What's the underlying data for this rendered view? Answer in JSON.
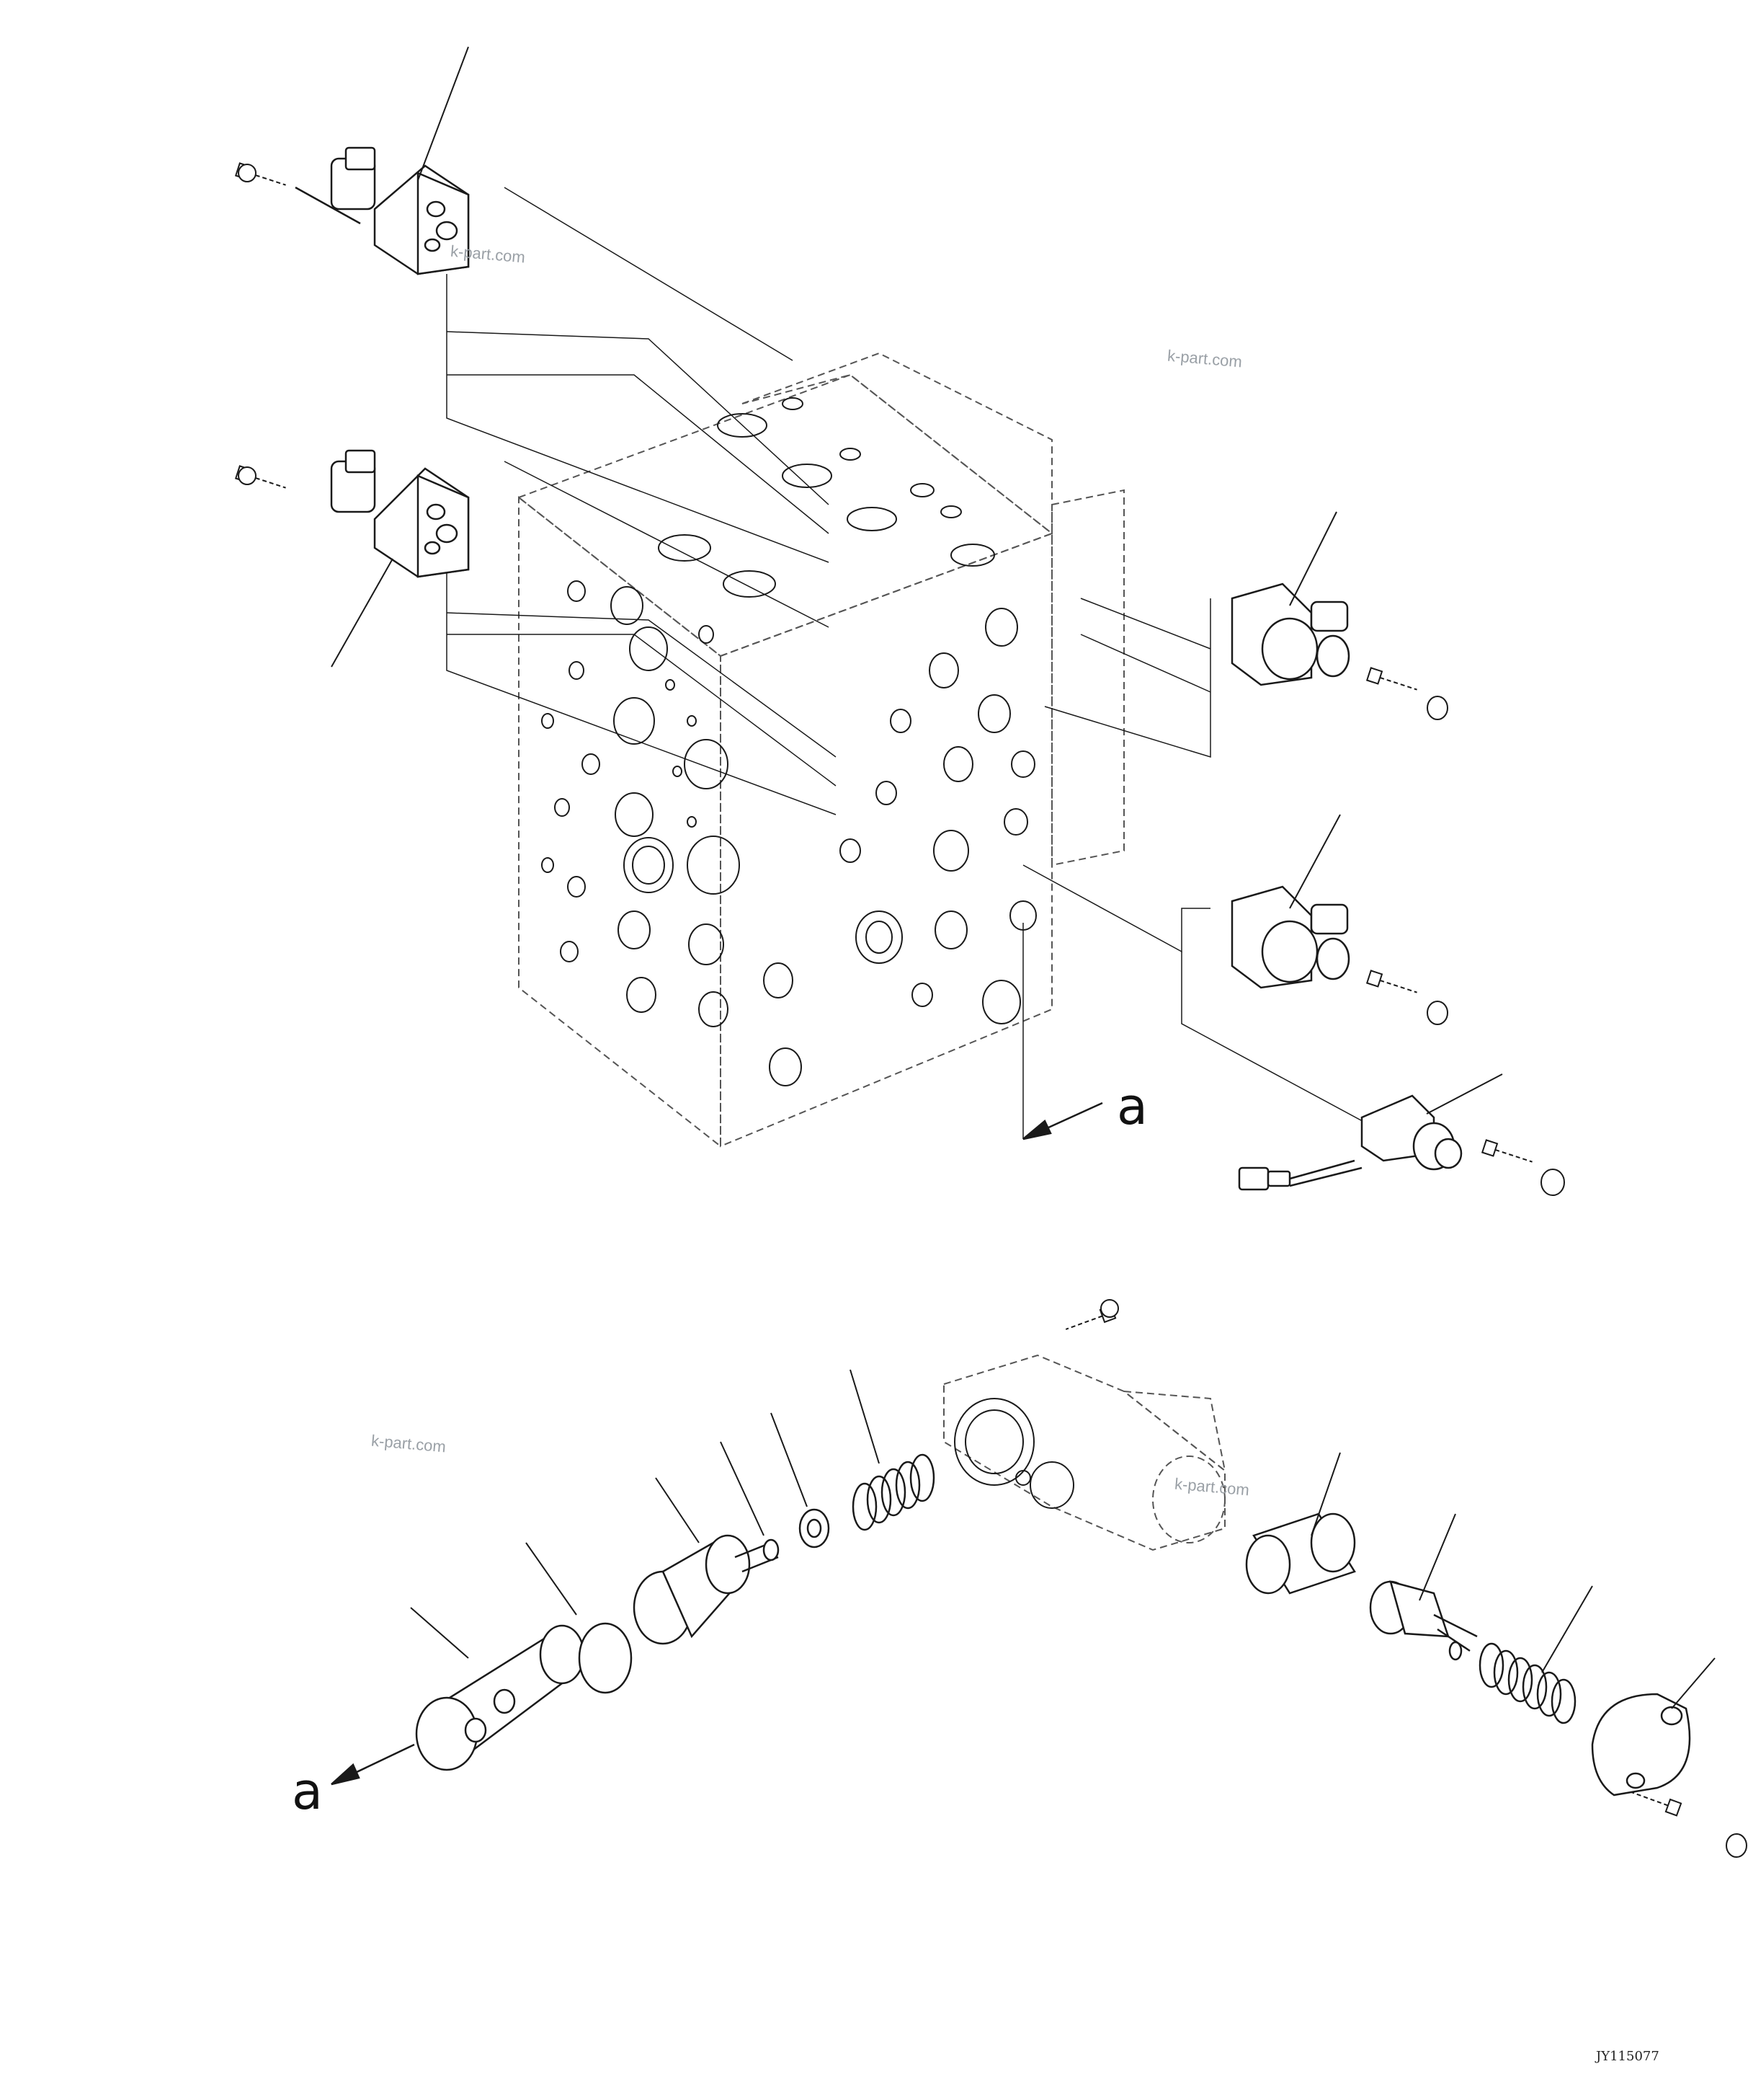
{
  "diagram": {
    "view_marker_top": "a",
    "view_marker_bottom": "a",
    "drawing_code": "JY115077",
    "watermarks": [
      "k-part.com",
      "k-part.com",
      "k-part.com",
      "k-part.com"
    ]
  },
  "colors": {
    "line": "#1a1a1a",
    "dashed": "#555555",
    "watermark": "#9aa0a6"
  }
}
